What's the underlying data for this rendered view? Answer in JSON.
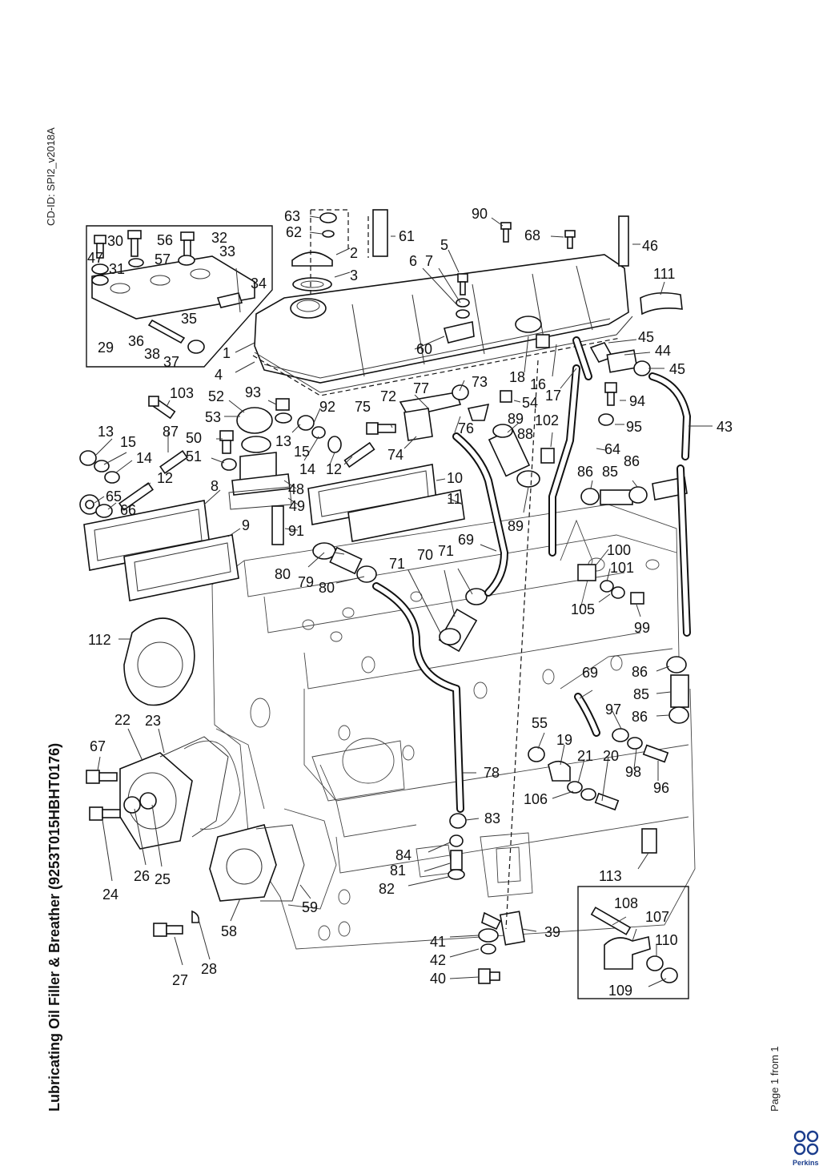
{
  "document": {
    "cd_id": "CD-ID: SPI2_v2018A",
    "title": "Lubricating Oil Filler & Breather (9253T015HBHT0176)",
    "page": "Page 1 from 1",
    "brand": "Perkins",
    "brand_color": "#1a3c8c"
  },
  "callouts": {
    "c1": "1",
    "c2": "2",
    "c3": "3",
    "c4": "4",
    "c5": "5",
    "c6": "6",
    "c7": "7",
    "c8": "8",
    "c9": "9",
    "c10": "10",
    "c11": "11",
    "c12a": "12",
    "c12b": "12",
    "c13a": "13",
    "c13b": "13",
    "c14a": "14",
    "c14b": "14",
    "c15a": "15",
    "c15b": "15",
    "c16": "16",
    "c17": "17",
    "c18": "18",
    "c19": "19",
    "c20": "20",
    "c21": "21",
    "c22": "22",
    "c23": "23",
    "c24": "24",
    "c25": "25",
    "c26": "26",
    "c27": "27",
    "c28": "28",
    "c29": "29",
    "c30": "30",
    "c31": "31",
    "c32": "32",
    "c33": "33",
    "c34": "34",
    "c35": "35",
    "c36": "36",
    "c37": "37",
    "c38": "38",
    "c39": "39",
    "c40": "40",
    "c41": "41",
    "c42": "42",
    "c43": "43",
    "c44": "44",
    "c45a": "45",
    "c45b": "45",
    "c46": "46",
    "c47": "47",
    "c48": "48",
    "c49": "49",
    "c50": "50",
    "c51": "51",
    "c52": "52",
    "c53": "53",
    "c54": "54",
    "c55": "55",
    "c56": "56",
    "c57": "57",
    "c58": "58",
    "c59": "59",
    "c60": "60",
    "c61": "61",
    "c62": "62",
    "c63": "63",
    "c64": "64",
    "c65": "65",
    "c66": "66",
    "c67": "67",
    "c68": "68",
    "c69a": "69",
    "c69b": "69",
    "c70": "70",
    "c71a": "71",
    "c71b": "71",
    "c72": "72",
    "c73": "73",
    "c74": "74",
    "c75": "75",
    "c76": "76",
    "c77": "77",
    "c78": "78",
    "c79": "79",
    "c80a": "80",
    "c80b": "80",
    "c81": "81",
    "c82": "82",
    "c83": "83",
    "c84": "84",
    "c85a": "85",
    "c85b": "85",
    "c86a": "86",
    "c86b": "86",
    "c86c": "86",
    "c86d": "86",
    "c87": "87",
    "c88": "88",
    "c89a": "89",
    "c89b": "89",
    "c90": "90",
    "c91": "91",
    "c92": "92",
    "c93": "93",
    "c94": "94",
    "c95": "95",
    "c96": "96",
    "c97": "97",
    "c98": "98",
    "c99": "99",
    "c100": "100",
    "c101": "101",
    "c102": "102",
    "c103": "103",
    "c105": "105",
    "c106": "106",
    "c107": "107",
    "c108": "108",
    "c109": "109",
    "c110": "110",
    "c111": "111",
    "c112": "112",
    "c113": "113"
  }
}
